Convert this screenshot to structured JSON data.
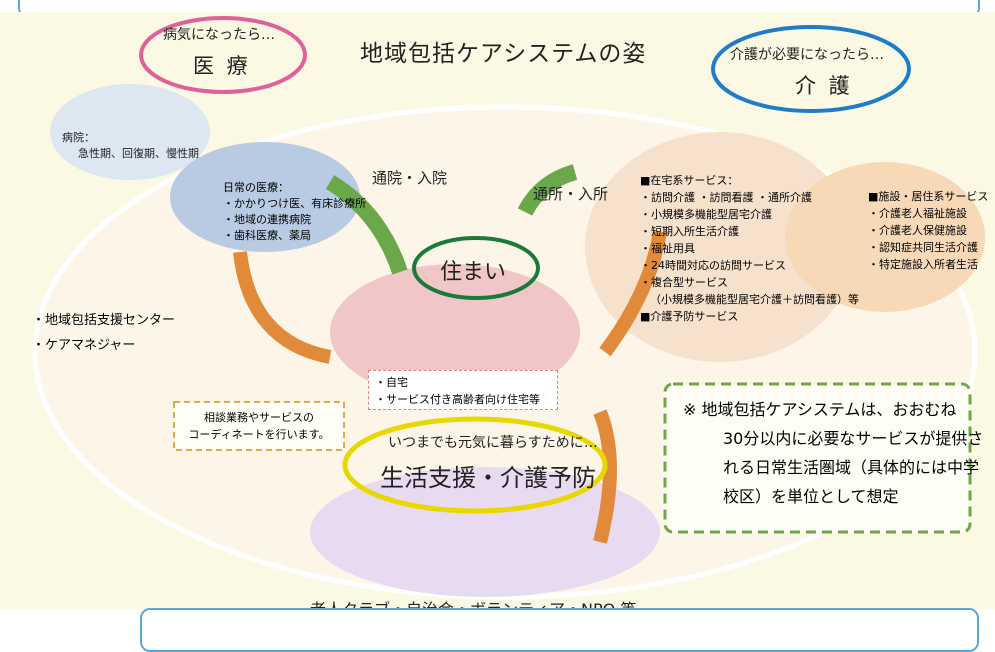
{
  "title": "地域包括ケアシステムの姿",
  "medical": {
    "sub": "病気になったら…",
    "main": "医 療",
    "hospital_title": "病院：",
    "hospital_detail": "急性期、回復期、慢性期",
    "clinic_lines": [
      "日常の医療：",
      "・かかりつけ医、有床診療所",
      "・地域の連携病院",
      "・歯科医療、薬局"
    ]
  },
  "care": {
    "sub": "介護が必要になったら…",
    "main": "介 護",
    "home_service_lines": [
      "■在宅系サービス：",
      "・訪問介護 ・訪問看護 ・通所介護",
      "・小規模多機能型居宅介護",
      "・短期入所生活介護",
      "・福祉用具",
      "・24時間対応の訪問サービス",
      "・複合型サービス",
      "（小規模多機能型居宅介護＋訪問看護）等",
      "■介護予防サービス"
    ],
    "facility_lines": [
      "■施設・居住系サービス",
      "・介護老人福祉施設",
      "・介護老人保健施設",
      "・認知症共同生活介護",
      "・特定施設入所者生活"
    ]
  },
  "arrows": {
    "hospital": "通院・入院",
    "daycare": "通所・入所"
  },
  "home": {
    "label": "住まい",
    "lines": [
      "・自宅",
      "・サービス付き高齢者向け住宅等"
    ]
  },
  "support_center": [
    "・地域包括支援センター",
    "・ケアマネジャー"
  ],
  "consult_lines": [
    "相談業務やサービスの",
    "コーディネートを行います。"
  ],
  "prevention": {
    "sub": "いつまでも元気に暮らすために…",
    "main": "生活支援・介護予防"
  },
  "note_lines": [
    "※ 地域包括ケアシステムは、おおむね",
    "30分以内に必要なサービスが提供さ",
    "れる日常生活圏域（具体的には中学",
    "校区）を単位として想定"
  ],
  "community": "老人クラブ・自治会・ボランティア・NPO 等",
  "colors": {
    "medical_ring": "#e0609a",
    "care_ring": "#1e7cc8",
    "home_ring": "#1a7a3a",
    "prevention_ring": "#e8d800",
    "arrow_green": "#6aa84a",
    "arrow_orange": "#e08a3a"
  }
}
